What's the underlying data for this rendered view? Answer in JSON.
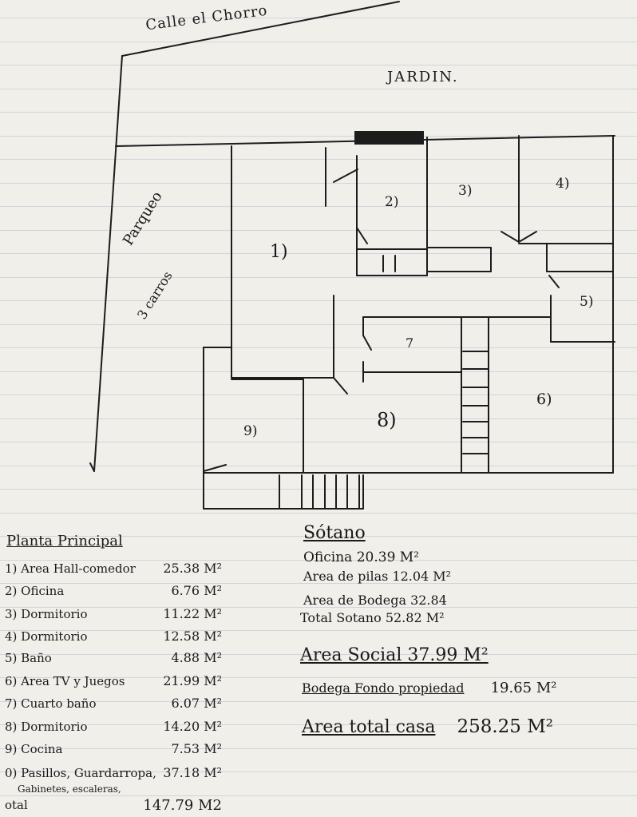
{
  "plan": {
    "street": "Calle el Chorro",
    "garden": "JARDIN.",
    "parking_line1": "Parqueo",
    "parking_line2": "3 carros",
    "rooms": [
      "1)",
      "2)",
      "3)",
      "4)",
      "5)",
      "6)",
      "7",
      "8)",
      "9)"
    ]
  },
  "principal": {
    "title": "Planta Principal",
    "items": [
      {
        "label": "1) Area Hall-comedor",
        "value": "25.38 M²"
      },
      {
        "label": "2) Oficina",
        "value": "6.76 M²"
      },
      {
        "label": "3) Dormitorio",
        "value": "11.22 M²"
      },
      {
        "label": "4) Dormitorio",
        "value": "12.58 M²"
      },
      {
        "label": "5) Baño",
        "value": "4.88 M²"
      },
      {
        "label": "6) Area TV y Juegos",
        "value": "21.99 M²"
      },
      {
        "label": "7) Cuarto baño",
        "value": "6.07 M²"
      },
      {
        "label": "8) Dormitorio",
        "value": "14.20 M²"
      },
      {
        "label": "9) Cocina",
        "value": "7.53 M²"
      },
      {
        "label": "0) Pasillos, Guardarropa,",
        "value": "37.18 M²"
      },
      {
        "label": "Gabinetes, escaleras,",
        "value": ""
      },
      {
        "label": "otal",
        "value": "147.79 M2"
      }
    ]
  },
  "sotano": {
    "title": "Sótano",
    "lines": [
      "Oficina 20.39 M²",
      "Area de pilas 12.04 M²",
      "Area de Bodega 32.84",
      "Total Sotano 52.82 M²"
    ]
  },
  "summary": {
    "social": "Area Social 37.99 M²",
    "bodega_label": "Bodega Fondo propiedad",
    "bodega_value": "19.65 M²",
    "total_label": "Area total casa",
    "total_value": "258.25 M²"
  }
}
